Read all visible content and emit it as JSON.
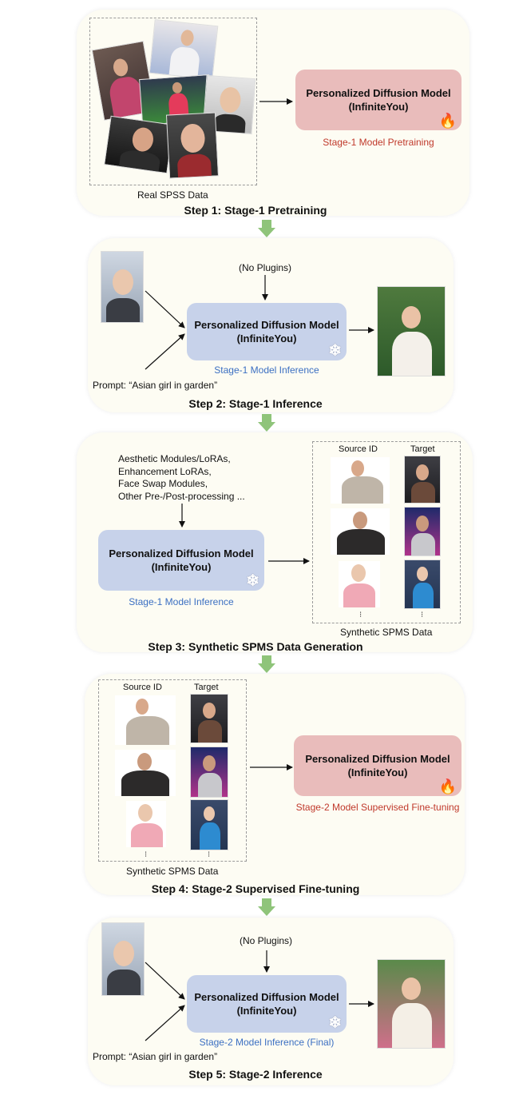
{
  "model": {
    "name_line1": "Personalized Diffusion Model",
    "name_line2": "(InfiniteYou)"
  },
  "icons": {
    "trainable": "fire-icon",
    "frozen": "snowflake-icon"
  },
  "colors": {
    "trainable_box": "#e9bcbb",
    "frozen_box": "#c7d2ea",
    "stage_red": "#c0392b",
    "stage_blue": "#3b6fc2",
    "step_arrow": "#8fc47a"
  },
  "step1": {
    "title": "Step 1: Stage-1 Pretraining",
    "data_label": "Real SPSS Data",
    "model_caption": "Stage-1 Model Pretraining"
  },
  "step2": {
    "title": "Step 2: Stage-1 Inference",
    "plugins": "(No Plugins)",
    "prompt": "Prompt: “Asian girl in garden”",
    "model_caption": "Stage-1 Model Inference"
  },
  "step3": {
    "title": "Step 3: Synthetic SPMS Data Generation",
    "modules": [
      "Aesthetic Modules/LoRAs,",
      "Enhancement LoRAs,",
      "Face Swap Modules,",
      "Other Pre-/Post-processing ..."
    ],
    "model_caption": "Stage-1 Model Inference",
    "col_source": "Source ID",
    "col_target": "Target",
    "data_label": "Synthetic SPMS Data",
    "ellipsis": "⁝"
  },
  "step4": {
    "title": "Step 4: Stage-2 Supervised Fine-tuning",
    "col_source": "Source ID",
    "col_target": "Target",
    "data_label": "Synthetic SPMS Data",
    "ellipsis": "⁝",
    "model_caption": "Stage-2 Model Supervised Fine-tuning"
  },
  "step5": {
    "title": "Step 5: Stage-2 Inference",
    "plugins": "(No Plugins)",
    "prompt": "Prompt: “Asian girl in garden”",
    "model_caption": "Stage-2 Model Inference (Final)"
  }
}
